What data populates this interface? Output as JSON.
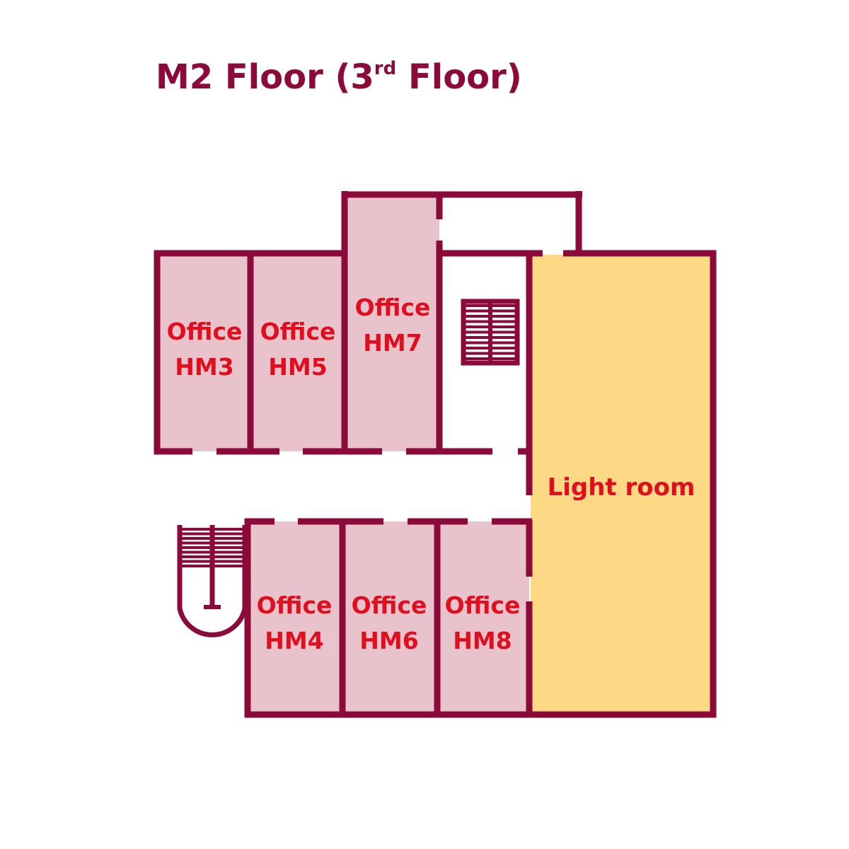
{
  "title": {
    "main": "M2 Floor (3",
    "sup": "rd",
    "end": " Floor)"
  },
  "rooms": [
    {
      "id": "hm3",
      "line1": "Office",
      "line2": "HM3"
    },
    {
      "id": "hm5",
      "line1": "Office",
      "line2": "HM5"
    },
    {
      "id": "hm7",
      "line1": "Office",
      "line2": "HM7"
    },
    {
      "id": "hm4",
      "line1": "Office",
      "line2": "HM4"
    },
    {
      "id": "hm6",
      "line1": "Office",
      "line2": "HM6"
    },
    {
      "id": "hm8",
      "line1": "Office",
      "line2": "HM8"
    }
  ],
  "light_room": {
    "label": "Light room"
  },
  "colors": {
    "wall": "#8b0a3a",
    "office_fill": "#e8c3cc",
    "light_room_fill": "#fdd985",
    "label_text": "#e00e1e",
    "title_text": "#8b0a3a"
  }
}
